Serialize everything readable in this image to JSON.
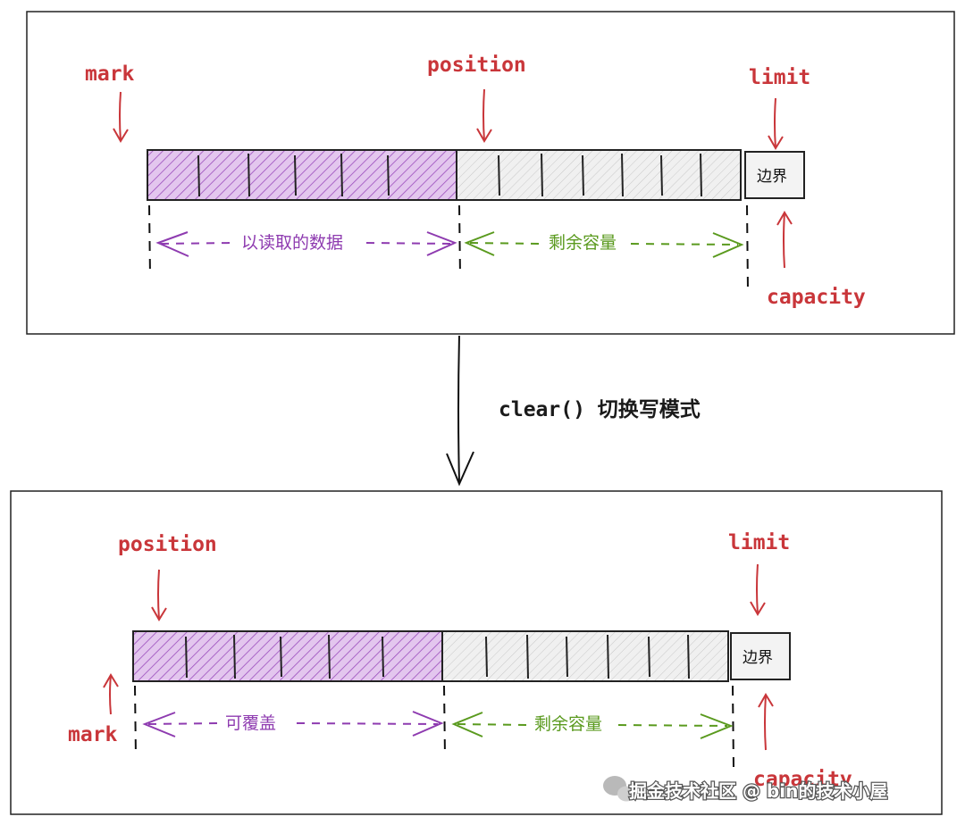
{
  "top": {
    "mark": "mark",
    "position": "position",
    "limit": "limit",
    "capacity": "capacity",
    "boundary": "边界",
    "readable_data": "以读取的数据",
    "remaining_capacity": "剩余容量"
  },
  "transition": {
    "label": "clear() 切换写模式"
  },
  "bottom": {
    "position": "position",
    "limit": "limit",
    "mark": "mark",
    "capacity": "capacity",
    "boundary": "边界",
    "overwritable": "可覆盖",
    "remaining_capacity": "剩余容量"
  },
  "watermark": {
    "text": "掘金技术社区 @ bin的技术小屋"
  },
  "colors": {
    "red": "#c9363a",
    "purple": "#8e3bb0",
    "green": "#5a9a1e",
    "purple_fill": "#d9b7e6",
    "gray_fill": "#ececec"
  }
}
